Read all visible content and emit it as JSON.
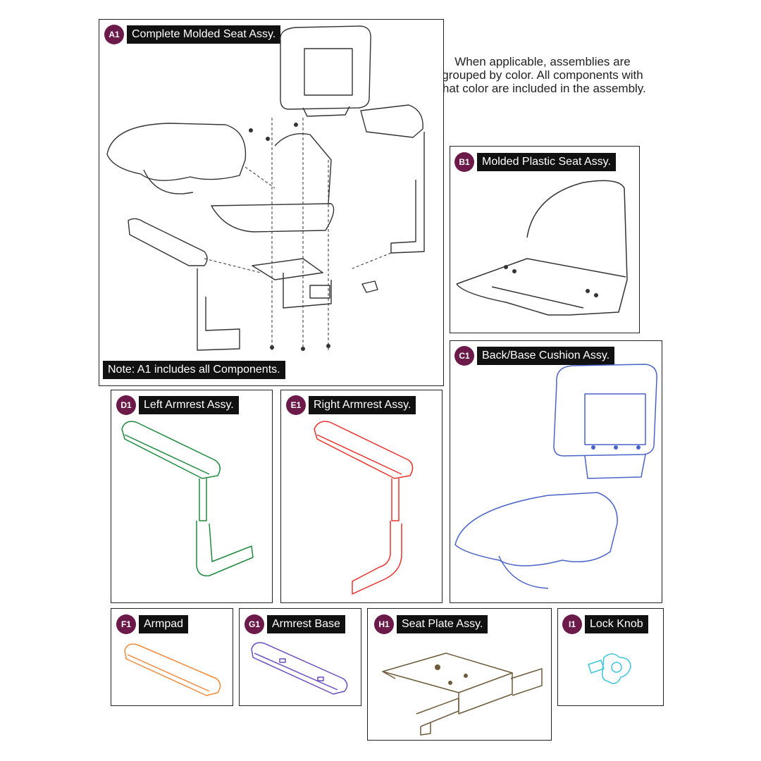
{
  "intro_note": "When applicable, assemblies are grouped by color. All components with that color are included in the assembly.",
  "panels": {
    "a1": {
      "badge": "A1",
      "label": "Complete Molded Seat Assy.",
      "note": "Note: A1 includes all Components."
    },
    "b1": {
      "badge": "B1",
      "label": "Molded Plastic Seat Assy."
    },
    "c1": {
      "badge": "C1",
      "label": "Back/Base Cushion Assy."
    },
    "d1": {
      "badge": "D1",
      "label": "Left Armrest Assy."
    },
    "e1": {
      "badge": "E1",
      "label": "Right Armrest Assy."
    },
    "f1": {
      "badge": "F1",
      "label": "Armpad"
    },
    "g1": {
      "badge": "G1",
      "label": "Armrest Base"
    },
    "h1": {
      "badge": "H1",
      "label": "Seat Plate Assy."
    },
    "i1": {
      "badge": "I1",
      "label": "Lock Knob"
    }
  },
  "colors": {
    "badge": "#6b1a4a",
    "line_art": "#333333",
    "cushion": "#4a63c8",
    "left_armrest": "#1e8a3e",
    "right_armrest": "#e8322e",
    "armpad": "#f08a3a",
    "armrest_base": "#6b4bbf",
    "seat_plate": "#6e5a3a",
    "lock_knob": "#3cc6dc"
  }
}
